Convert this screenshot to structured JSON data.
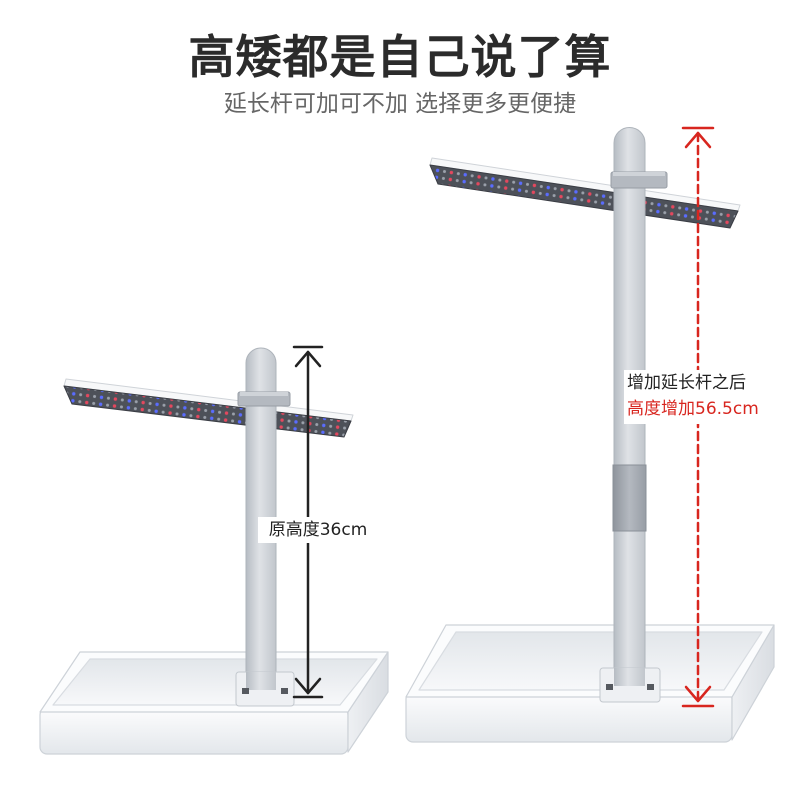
{
  "header": {
    "title": "高矮都是自己说了算",
    "subtitle": "延长杆可加可不加 选择更多更便捷"
  },
  "left_lamp": {
    "height_label": "原高度36cm"
  },
  "right_lamp": {
    "note": "增加延长杆之后",
    "height_label": "高度增加56.5cm"
  },
  "colors": {
    "title": "#2b2b2b",
    "subtitle": "#666666",
    "accent_red": "#d8261f",
    "arrow_black": "#222222"
  }
}
